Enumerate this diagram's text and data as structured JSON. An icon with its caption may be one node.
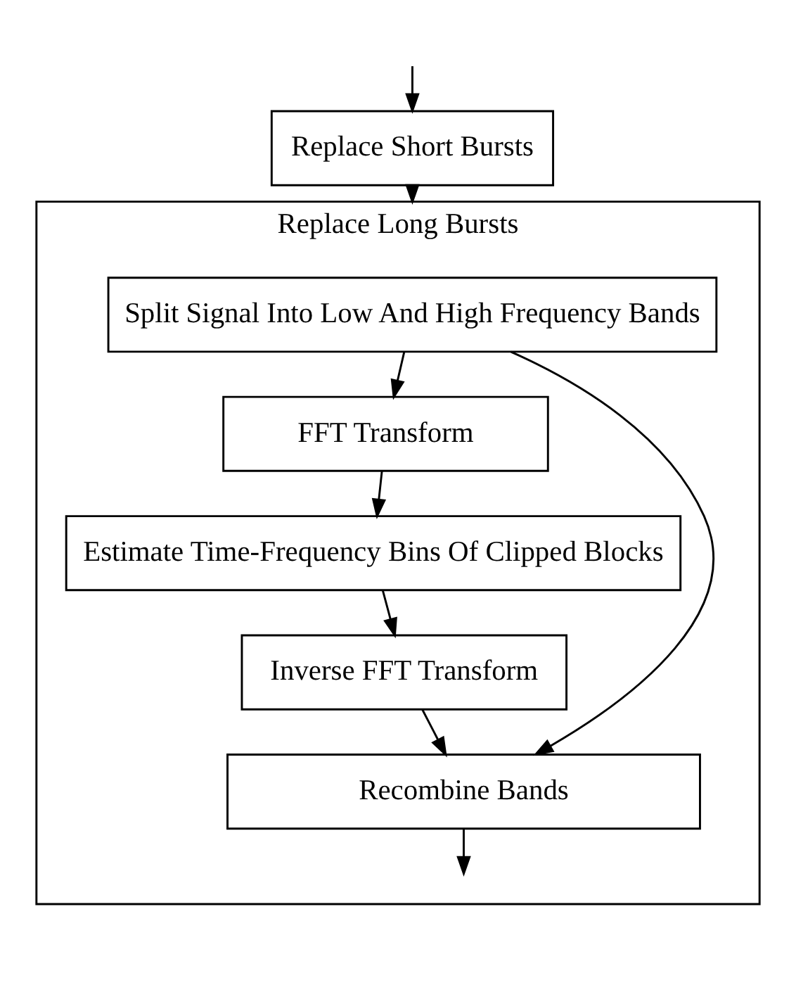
{
  "diagram": {
    "nodes": [
      {
        "text": [
          "Replace Short Bursts"
        ]
      },
      {
        "text": [
          "Replace Long Bursts"
        ]
      },
      {
        "text": [
          "Split Signal Into Low And High Frequency Bands"
        ],
        "in": 1
      },
      {
        "text": [
          "FFT Transform"
        ],
        "in": 1
      },
      {
        "text": [
          "Estimate Time-Frequency Bins Of Clipped Blocks"
        ],
        "in": 1
      },
      {
        "text": [
          "Inverse FFT Transform"
        ],
        "in": 1
      },
      {
        "text": [
          "Recombine Bands"
        ],
        "in": 1
      }
    ],
    "edges": [
      {
        "from": null,
        "to": 0,
        "arrow": "to"
      },
      {
        "from": 0,
        "to": 1,
        "arrow": "to"
      },
      {
        "from": 2,
        "to": 3,
        "arrow": "to"
      },
      {
        "from": 3,
        "to": 4,
        "arrow": "to"
      },
      {
        "from": 4,
        "to": 5,
        "arrow": "to"
      },
      {
        "from": 5,
        "to": 6,
        "arrow": "to"
      },
      {
        "from": 2,
        "to": 6,
        "arrow": "to"
      },
      {
        "from": 6,
        "to": null,
        "arrow": "to"
      }
    ]
  }
}
